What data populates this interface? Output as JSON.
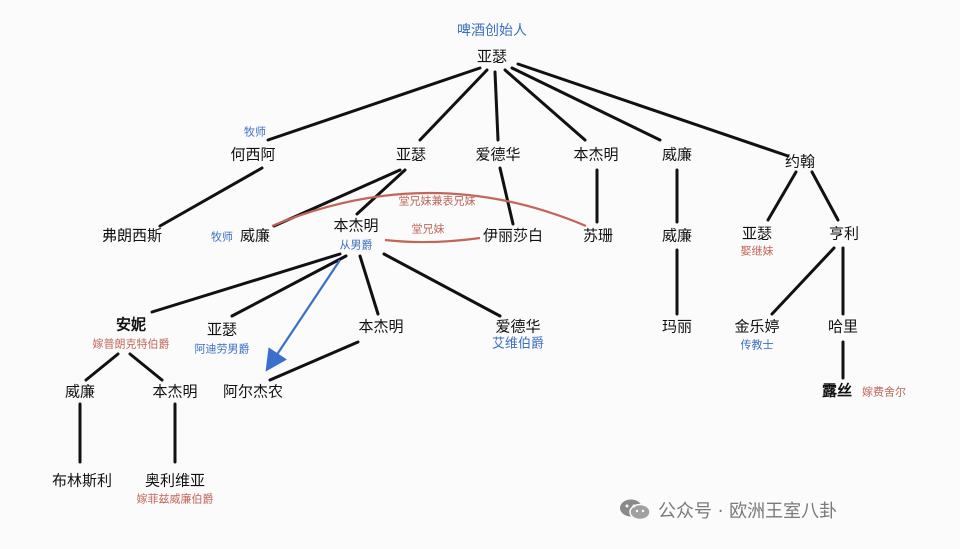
{
  "title": "啤酒创始人",
  "nodes": {
    "arthur_root": "亚瑟",
    "hexia": "何西阿",
    "arthur2": "亚瑟",
    "edward1": "爱德华",
    "benjamin1": "本杰明",
    "william1": "威廉",
    "john": "约翰",
    "francis": "弗朗西斯",
    "william2": "威廉",
    "benjamin2": "本杰明",
    "elizabeth": "伊丽莎白",
    "susan": "苏珊",
    "william3": "威廉",
    "arthur3": "亚瑟",
    "henry": "亨利",
    "anne": "安妮",
    "arthur4": "亚瑟",
    "benjamin3": "本杰明",
    "edward2": "爱德华",
    "mary": "玛丽",
    "jinleting": "金乐婷",
    "harry": "哈里",
    "william4": "威廉",
    "benjamin4": "本杰明",
    "algernon": "阿尔杰农",
    "lucy": "露丝",
    "brinsley": "布林斯利",
    "olivia": "奥利维亚"
  },
  "notes": {
    "pastor1": "牧师",
    "pastor2": "牧师",
    "cousin_both": "堂兄妹兼表兄妹",
    "cousin": "堂兄妹",
    "baron": "从男爵",
    "married_sister": "娶继妹",
    "married_burton": "嫁普朗克特伯爵",
    "baron_ardilaun": "阿迪劳男爵",
    "viscount_iveagh": "艾维伯爵",
    "missionary": "传教士",
    "married_fisher": "嫁费舍尔",
    "married_wicklow": "嫁菲兹威廉伯爵"
  },
  "colors": {
    "line": "#111111",
    "blue_note": "#3b6fc2",
    "red_note": "#c0665a",
    "arrow": "#3a6fce",
    "cousin_curve": "#c0665a"
  },
  "watermark": {
    "icon": "wechat-icon",
    "text": "公众号 · 欧洲王室八卦"
  }
}
